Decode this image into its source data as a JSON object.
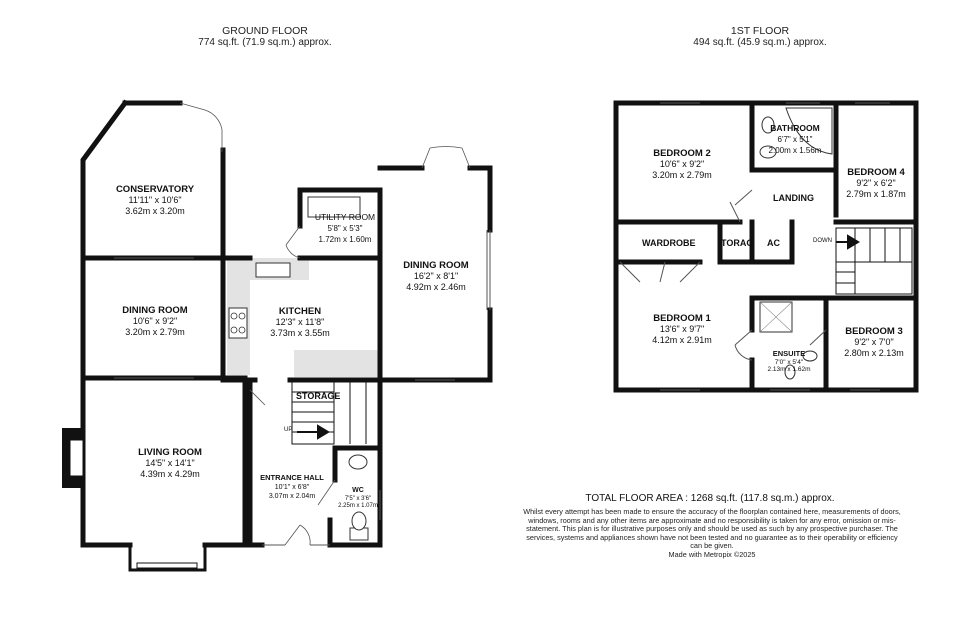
{
  "ground_floor": {
    "title": "GROUND FLOOR",
    "area": "774 sq.ft. (71.9 sq.m.) approx.",
    "rooms": {
      "conservatory": {
        "name": "CONSERVATORY",
        "imperial": "11'11\" x 10'6\"",
        "metric": "3.62m x 3.20m"
      },
      "dining_left": {
        "name": "DINING ROOM",
        "imperial": "10'6\" x 9'2\"",
        "metric": "3.20m x 2.79m"
      },
      "living": {
        "name": "LIVING ROOM",
        "imperial": "14'5\" x 14'1\"",
        "metric": "4.39m x 4.29m"
      },
      "utility": {
        "name": "UTILITY ROOM",
        "imperial": "5'8\" x 5'3\"",
        "metric": "1.72m x 1.60m"
      },
      "kitchen": {
        "name": "KITCHEN",
        "imperial": "12'3\" x 11'8\"",
        "metric": "3.73m x 3.55m"
      },
      "dining_right": {
        "name": "DINING ROOM",
        "imperial": "16'2\" x 8'1\"",
        "metric": "4.92m x 2.46m"
      },
      "storage": {
        "name": "STORAGE"
      },
      "hall": {
        "name": "ENTRANCE HALL",
        "imperial": "10'1\" x 6'8\"",
        "metric": "3.07m x 2.04m"
      },
      "wc": {
        "name": "WC",
        "imperial": "7'5\" x 3'6\"",
        "metric": "2.25m x 1.07m"
      }
    },
    "up_label": "UP"
  },
  "first_floor": {
    "title": "1ST FLOOR",
    "area": "494 sq.ft. (45.9 sq.m.) approx.",
    "rooms": {
      "bedroom2": {
        "name": "BEDROOM 2",
        "imperial": "10'6\" x 9'2\"",
        "metric": "3.20m x 2.79m"
      },
      "bathroom": {
        "name": "BATHROOM",
        "imperial": "6'7\" x 5'1\"",
        "metric": "2.00m x 1.56m"
      },
      "bedroom4": {
        "name": "BEDROOM 4",
        "imperial": "9'2\" x 6'2\"",
        "metric": "2.79m x 1.87m"
      },
      "landing": {
        "name": "LANDING"
      },
      "wardrobe": {
        "name": "WARDROBE"
      },
      "storage": {
        "name": "TORAG"
      },
      "ac": {
        "name": "AC"
      },
      "bedroom1": {
        "name": "BEDROOM 1",
        "imperial": "13'6\" x 9'7\"",
        "metric": "4.12m x 2.91m"
      },
      "ensuite": {
        "name": "ENSUITE",
        "imperial": "7'0\" x 5'4\"",
        "metric": "2.13m x 1.62m"
      },
      "bedroom3": {
        "name": "BEDROOM 3",
        "imperial": "9'2\" x 7'0\"",
        "metric": "2.80m x 2.13m"
      }
    },
    "down_label": "DOWN"
  },
  "total_area": "TOTAL FLOOR AREA : 1268 sq.ft. (117.8 sq.m.) approx.",
  "disclaimer": "Whilst every attempt has been made to ensure the accuracy of the floorplan contained here, measurements of doors, windows, rooms and any other items are approximate and no responsibility is taken for any error, omission or mis-statement. This plan is for illustrative purposes only and should be used as such by any prospective purchaser. The services, systems and appliances shown have not been tested and no guarantee as to their operability or efficiency can be given.",
  "credit": "Made with Metropix ©2025",
  "colors": {
    "wall": "#111111",
    "fixture_fill": "#e3e3e3",
    "background": "#ffffff"
  }
}
